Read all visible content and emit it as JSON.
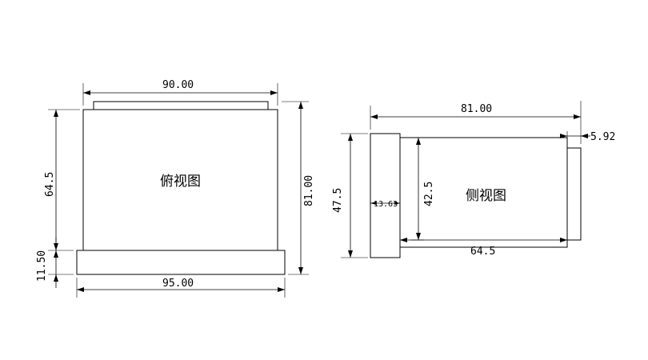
{
  "top_view": {
    "title": "俯视图",
    "dim_top_width": "90.00",
    "dim_height_upper": "64.5",
    "dim_base_height": "11.50",
    "dim_total_height": "81.00",
    "dim_base_width": "95.00"
  },
  "side_view": {
    "title": "侧视图",
    "dim_total_length": "81.00",
    "dim_right_tab": "5.92",
    "dim_left_height": "47.5",
    "dim_flange_thickness": "13.63",
    "dim_body_height": "42.5",
    "dim_body_length": "64.5"
  }
}
